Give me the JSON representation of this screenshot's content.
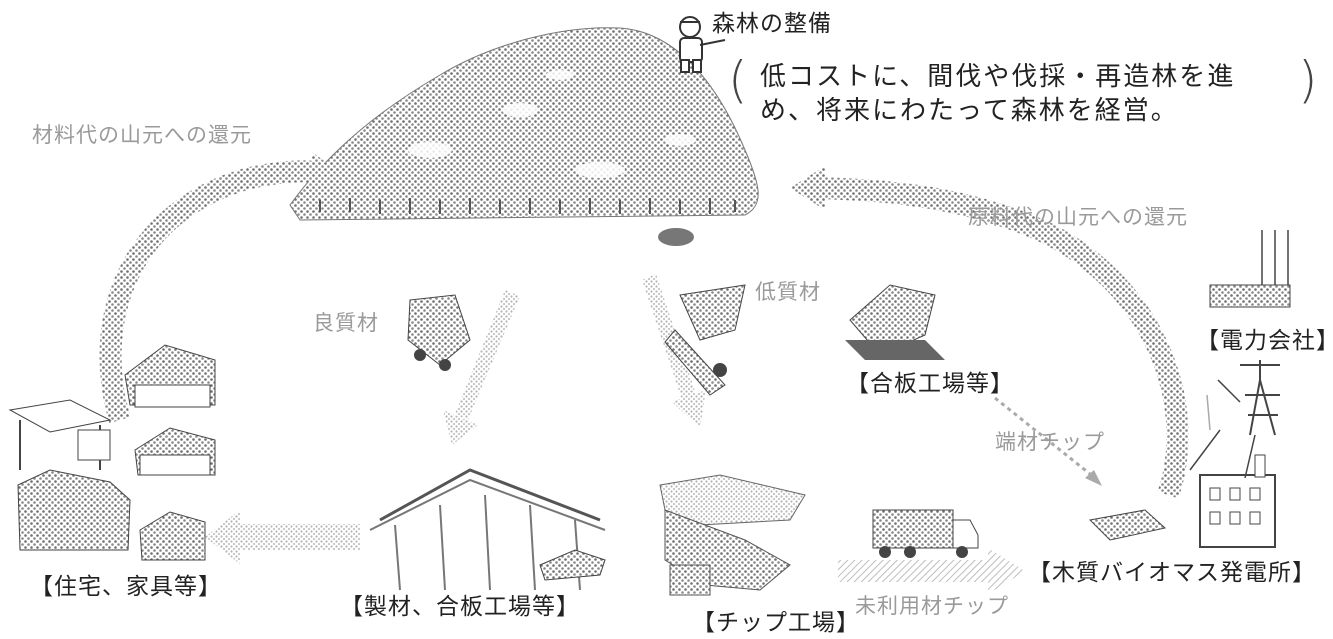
{
  "forest": {
    "title": "森林の整備",
    "note_line1": "低コストに、間伐や伐採・再造林を進",
    "note_line2": "め、将来にわたって森林を経営。"
  },
  "flows": {
    "return_left": "材料代の山元への還元",
    "return_right": "原料代の山元への還元",
    "good_wood": "良質材",
    "low_wood": "低質材",
    "offcut_chip": "端材チップ",
    "unused_chip": "未利用材チップ"
  },
  "nodes": {
    "housing": "【住宅、家具等】",
    "sawmill": "【製材、合板工場等】",
    "chip_factory": "【チップ工場】",
    "plywood": "【合板工場等】",
    "power_company": "【電力会社】",
    "biomass_plant": "【木質バイオマス発電所】"
  },
  "colors": {
    "arrow": "#9c9c9c",
    "arrow_light": "#c8c8c8",
    "forest": "#7a7a7a",
    "text": "#222222",
    "text_gray": "#9a9a9a"
  }
}
